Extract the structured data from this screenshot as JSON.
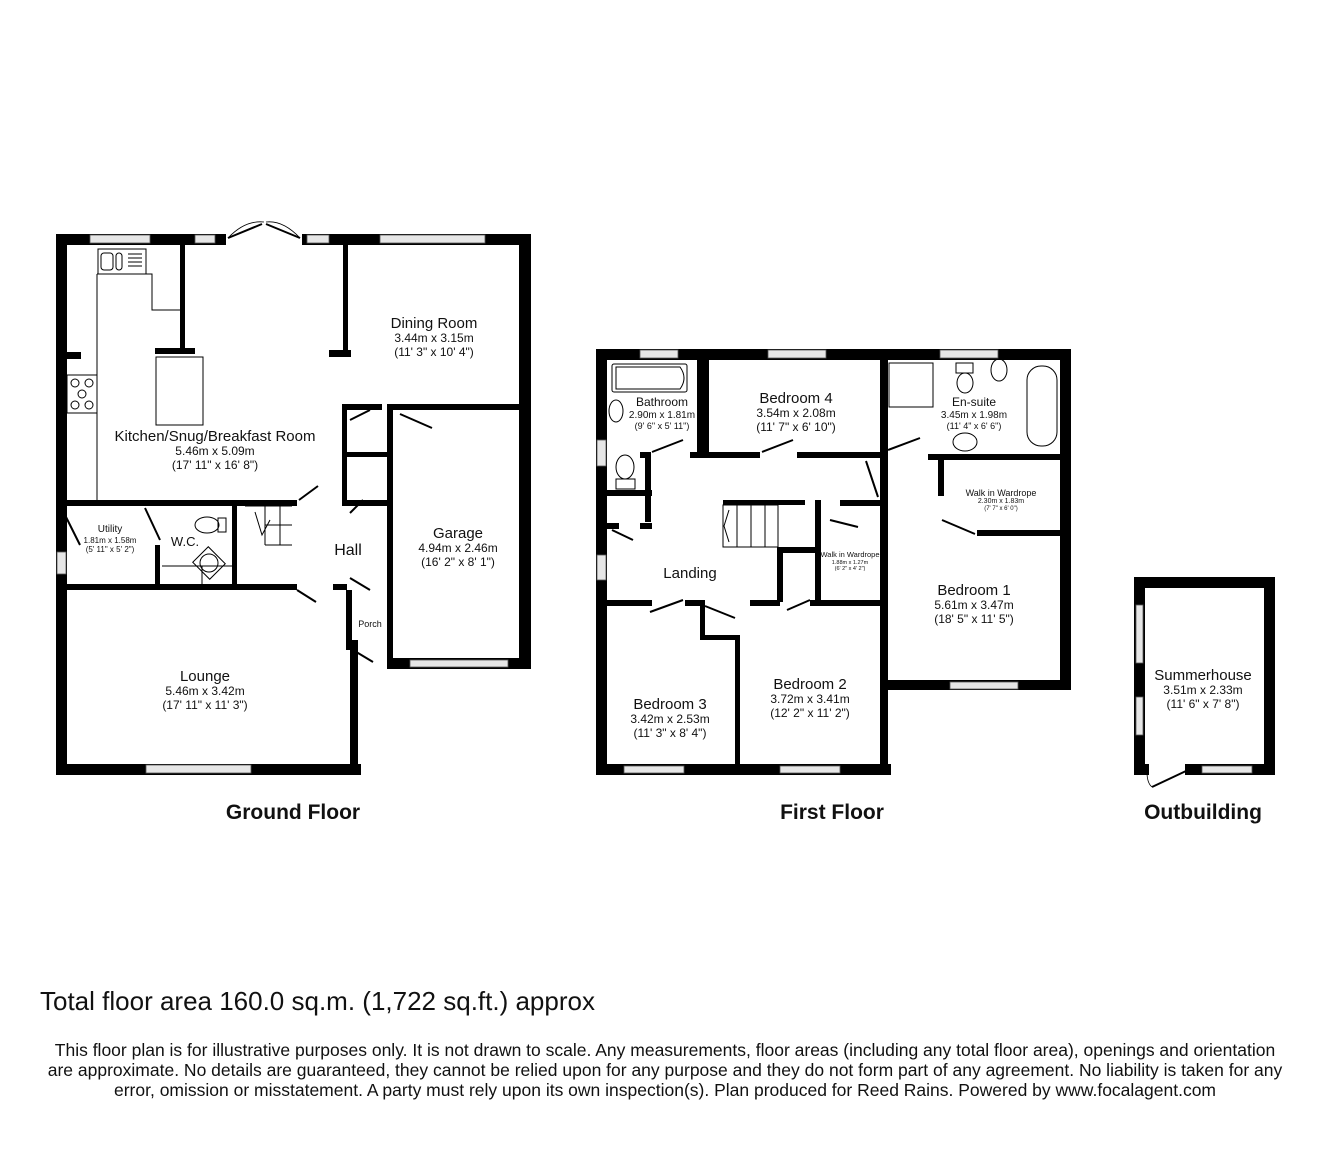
{
  "floors": {
    "ground": {
      "title": "Ground Floor",
      "rooms": {
        "kitchen": {
          "name": "Kitchen/Snug/Breakfast Room",
          "metric": "5.46m x 5.09m",
          "imperial": "(17' 11\" x 16' 8\")"
        },
        "dining": {
          "name": "Dining Room",
          "metric": "3.44m x 3.15m",
          "imperial": "(11' 3\" x 10' 4\")"
        },
        "utility": {
          "name": "Utility",
          "metric": "1.81m x 1.58m",
          "imperial": "(5' 11\" x 5' 2\")"
        },
        "wc": {
          "name": "W.C."
        },
        "hall": {
          "name": "Hall"
        },
        "porch": {
          "name": "Porch"
        },
        "garage": {
          "name": "Garage",
          "metric": "4.94m x 2.46m",
          "imperial": "(16' 2\" x 8' 1\")"
        },
        "lounge": {
          "name": "Lounge",
          "metric": "5.46m x 3.42m",
          "imperial": "(17' 11\" x 11' 3\")"
        }
      }
    },
    "first": {
      "title": "First Floor",
      "rooms": {
        "bathroom": {
          "name": "Bathroom",
          "metric": "2.90m x 1.81m",
          "imperial": "(9' 6\" x 5' 11\")"
        },
        "bedroom4": {
          "name": "Bedroom 4",
          "metric": "3.54m x 2.08m",
          "imperial": "(11' 7\" x 6' 10\")"
        },
        "ensuite": {
          "name": "En-suite",
          "metric": "3.45m x 1.98m",
          "imperial": "(11' 4\" x 6' 6\")"
        },
        "wardrobe1": {
          "name": "Walk in Wardrope",
          "metric": "2.30m x 1.83m",
          "imperial": "(7' 7\" x 6' 0\")"
        },
        "wardrobe2": {
          "name": "Walk in Wardrope",
          "metric": "1.88m x 1.27m",
          "imperial": "(6' 2\" x 4' 2\")"
        },
        "landing": {
          "name": "Landing"
        },
        "bedroom1": {
          "name": "Bedroom 1",
          "metric": "5.61m x 3.47m",
          "imperial": "(18' 5\" x 11' 5\")"
        },
        "bedroom2": {
          "name": "Bedroom 2",
          "metric": "3.72m x 3.41m",
          "imperial": "(12' 2\" x 11' 2\")"
        },
        "bedroom3": {
          "name": "Bedroom 3",
          "metric": "3.42m x 2.53m",
          "imperial": "(11' 3\" x 8' 4\")"
        }
      }
    },
    "outbuilding": {
      "title": "Outbuilding",
      "rooms": {
        "summerhouse": {
          "name": "Summerhouse",
          "metric": "3.51m x 2.33m",
          "imperial": "(11' 6\" x 7' 8\")"
        }
      }
    }
  },
  "footer": {
    "total_area": "Total floor area 160.0 sq.m. (1,722 sq.ft.) approx",
    "disclaimer": "This floor plan is for illustrative purposes only. It is not drawn to scale. Any measurements, floor areas (including any total floor area), openings and orientation are approximate. No details are guaranteed, they cannot be relied upon for any purpose and they do not form part of any agreement. No liability is taken for any error, omission or misstatement. A party must rely upon its own inspection(s). Plan produced for Reed Rains. Powered by www.focalagent.com"
  },
  "colors": {
    "wall": "#000000",
    "window": "#d9d9d9",
    "background": "#ffffff"
  }
}
